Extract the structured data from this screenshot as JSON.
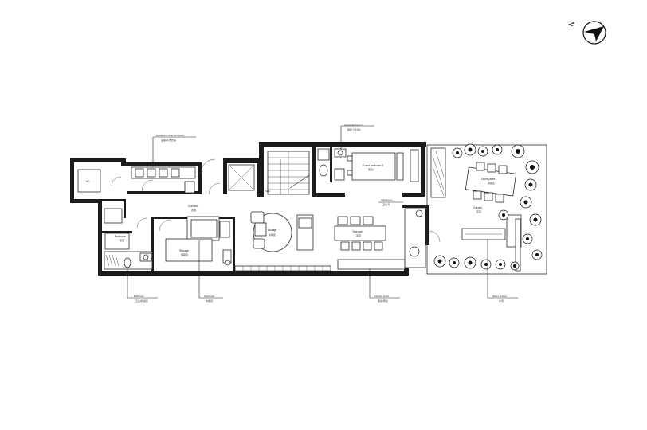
{
  "compass": {
    "letter": "N",
    "icon": "north-arrow-icon"
  },
  "rooms": {
    "ac": "AC",
    "corridor_1": "Corridor",
    "corridor_2": "走廊",
    "lounge_1": "Lounge",
    "lounge_2": "休闲区",
    "tearoom_1": "Tearoom",
    "tearoom_2": "茶室",
    "garden_1": "Garden",
    "garden_2": "花园",
    "dining_1": "Dining area",
    "dining_2": "就餐区",
    "storage_1": "Storage",
    "storage_2": "储藏室",
    "bedroom_1": "Bedroom",
    "bedroom_2": "卧室",
    "guest_bedroom_1": "Guest bedroom 2",
    "guest_bedroom_2": "客卧2",
    "side": "Side"
  },
  "callouts": {
    "top_left_1": "Equipment room & laundry",
    "top_left_2": "设备间/洗衣房",
    "top_mid_1": "Guest bedroom 2",
    "top_mid_2": "客卧卫生间2",
    "mid_right_1": "Washroom",
    "mid_right_2": "卫生间",
    "bottom_1_1": "Bathroom",
    "bottom_1_2": "卫生间/浴室",
    "bottom_2_1": "Wardrobe",
    "bottom_2_2": "衣帽间",
    "bottom_3_1": "Kitchen & bar",
    "bottom_3_2": "厨房/吧台",
    "bottom_4_1": "Water feature",
    "bottom_4_2": "水景"
  }
}
